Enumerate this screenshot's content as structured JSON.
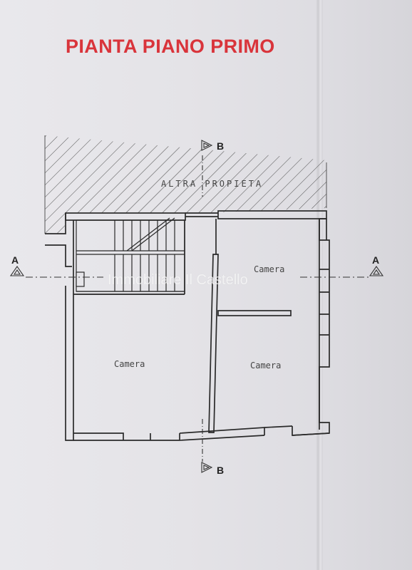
{
  "title": "PIANTA PIANO PRIMO",
  "neighbor_label": "ALTRA PROPIETA",
  "rooms": {
    "top_right": "Camera",
    "bottom_left": "Camera",
    "bottom_right": "Camera"
  },
  "section_marks": {
    "top": "B",
    "bottom": "B",
    "left": "A",
    "right": "A"
  },
  "watermark": "Immobiliare Il Castello",
  "colors": {
    "title": "#d9343b",
    "lines": "#2c2c2c",
    "paper": "#e7e6e9"
  }
}
